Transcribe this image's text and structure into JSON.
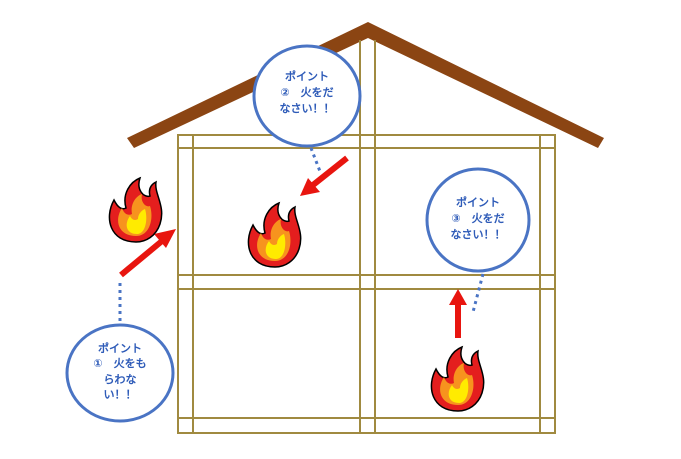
{
  "colors": {
    "roof": "#8B4513",
    "frame": "#A08A40",
    "frame_inner": "#E8DDB0",
    "bubble_border": "#4A74C4",
    "bubble_text": "#2E5BB8",
    "arrow": "#E8150F",
    "flame_outer": "#E41E1E",
    "flame_middle": "#F7931E",
    "flame_inner": "#FFEB00"
  },
  "callouts": [
    {
      "id": "point-1",
      "lines": [
        "ポイント",
        "①　火をも",
        "らわな",
        "い！！"
      ]
    },
    {
      "id": "point-2",
      "lines": [
        "ポイント",
        "②　火をだ",
        "なさい！！"
      ]
    },
    {
      "id": "point-3",
      "lines": [
        "ポイント",
        "③　火をだ",
        "なさい！！"
      ]
    }
  ],
  "icons": {
    "flame": "fire-icon",
    "arrow": "red-arrow-icon",
    "roof": "roof-icon"
  }
}
